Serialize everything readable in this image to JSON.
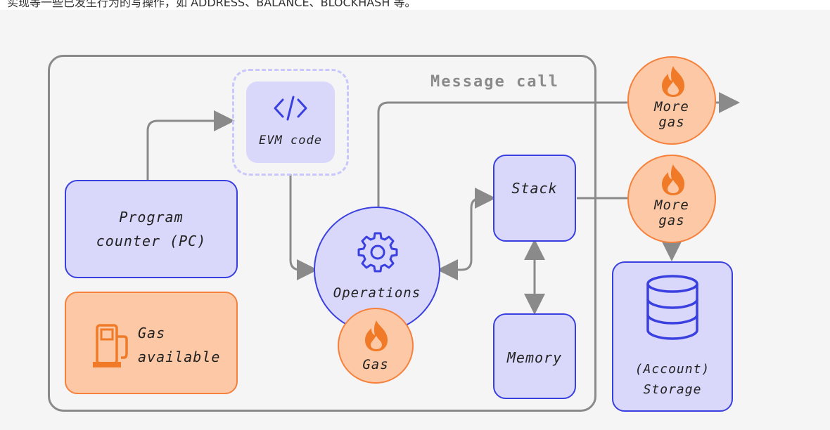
{
  "page_header_partial": "实现等一些已发生行为的写操作，如 ADDRESS、BALANCE、BLOCKHASH 等。",
  "diagram": {
    "message_call_label": "Message call",
    "evm_code_label": "EVM code",
    "program_counter_label": "Program\ncounter (PC)",
    "gas_available_label": "Gas\navailable",
    "operations_label": "Operations",
    "gas_label": "Gas",
    "stack_label": "Stack",
    "memory_label": "Memory",
    "more_gas_top_label": "More\ngas",
    "more_gas_mid_label": "More\ngas",
    "storage_label": "(Account)\nStorage"
  },
  "colors": {
    "purple_fill": "#d9d8fb",
    "purple_border": "#3a3fe0",
    "orange_fill": "#fcc8a5",
    "orange_border": "#f5813d",
    "flame": "#f07a28",
    "arrow": "#8a8a8a"
  },
  "icons": [
    "code-icon",
    "gear-icon",
    "flame-icon",
    "fuel-pump-icon",
    "database-icon"
  ]
}
